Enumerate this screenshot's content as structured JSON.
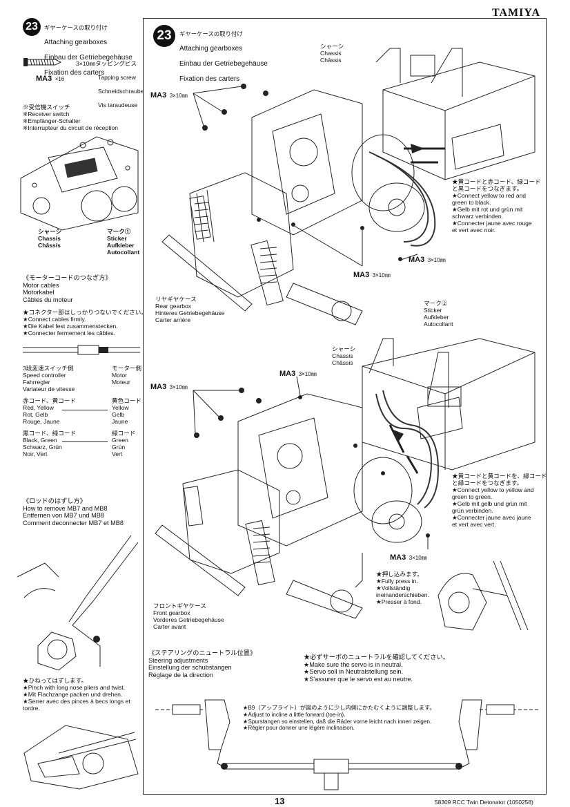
{
  "brand": "TAMIYA",
  "page_number": "13",
  "footer": "58309  RCC Twin Detonator (1050258)",
  "step": {
    "number": "23",
    "title_jp": "ギヤーケースの取り付け",
    "title_en": "Attaching gearboxes",
    "title_de": "Einbau der Getriebegehäuse",
    "title_fr": "Fixation des carters"
  },
  "parts": {
    "screw_jp": "3×10㎜タッピングビス",
    "screw_en": "Tapping screw",
    "screw_de": "Schneidschraube",
    "screw_fr": "Vis taraudeuse",
    "screw_code": "MA3",
    "screw_qty": "×16"
  },
  "receiver": {
    "lines": "※受信機スイッチ\n※Receiver switch\n※Empfänger-Schalter\n※Interrupteur du circuit de réception",
    "chassis": "シャーシ\nChassis\nChâssis",
    "sticker": "マーク①\nSticker\nAufkleber\nAutocollant"
  },
  "motor": {
    "heading": "《モーターコードのつなぎ方》\nMotor cables\nMotorkabel\nCâbles du moteur",
    "notes": "★コネクター部はしっかりつないでください。\n★Connect cables firmly.\n★Die Kabel fest zusammenstecken.\n★Connecter fermement les câbles.",
    "esc": "3段変速スイッチ側\nSpeed controller\nFahrregler\nVariateur de vitesse",
    "motor_side": "モーター側\nMotor\nMoteur",
    "red_yellow": "赤コード、黄コード\nRed, Yellow\nRot, Gelb\nRouge, Jaune",
    "yellow": "黄色コード\nYellow\nGelb\nJaune",
    "black_green": "黒コード、緑コード\nBlack, Green\nSchwarz, Grün\nNoir, Vert",
    "green": "緑コード\nGreen\nGrün\nVert"
  },
  "rod": {
    "heading": "《ロッドのはずし方》\nHow to remove MB7 and MB8\nEntfernen von MB7 und MB8\nComment deconnecter MB7 et MB8",
    "notes": "★ひねってはずします。\n★Pinch with long nose pliers and twist.\n★Mit Flachzange packen und drehen.\n★Serrer avec des pinces à becs longs et tordre."
  },
  "main": {
    "chassis_top": "シャーシ\nChassis\nChâssis",
    "ma3": "MA3",
    "ma3_size": "3×10㎜",
    "rear_gearbox": "リヤギヤケース\nRear gearbox\nHinteres Getriebegehäuse\nCarter arrière",
    "conn_top": "★黄コードと赤コード、緑コード\nと黒コードをつなぎます。\n★Connect yellow to red and\ngreen to black.\n★Gelb mit rot und grün mit\nschwarz verbinden.\n★Connecter jaune avec rouge\net vert avec noir.",
    "sticker2": "マーク②\nSticker\nAufkleber\nAutocollant",
    "chassis_mid": "シャーシ\nChassis\nChâssis",
    "conn_bottom": "★黄コードと黄コードを、緑コード\nと緑コードをつなぎます。\n★Connect yellow to yellow and\ngreen to green.\n★Gelb mit gelb und grün mit\ngrün verbinden.\n★Connecter jaune avec jaune\net vert avec vert.",
    "press": "★押し込みます。\n★Fully press in.\n★Vollständig\nineinanderschieben.\n★Presser à fond.",
    "front_gearbox": "フロントギヤケース\nFront gearbox\nVorderes Getriebegehäuse\nCarter avant"
  },
  "steering": {
    "heading": "《ステアリングのニュートラル位置》\nSteering adjustments\nEinstellung der schubstangen\nRéglage de la direction",
    "servo": "★必ずサーボのニュートラルを確認してください。\n★Make sure the servo is in neutral.\n★Servo soll in Neutralstellung sein.\n★S'assurer que le servo est au neutre.",
    "toe": "★B9（アップライト）が図のように少し内側にかたむくように調整します。\n★Adjust to incline a little forward (toe-in).\n★Spurstangen so einstellen, daß die Räder vorne leicht nach innen zeigen.\n★Régler pour donner une légère inclinaison."
  }
}
